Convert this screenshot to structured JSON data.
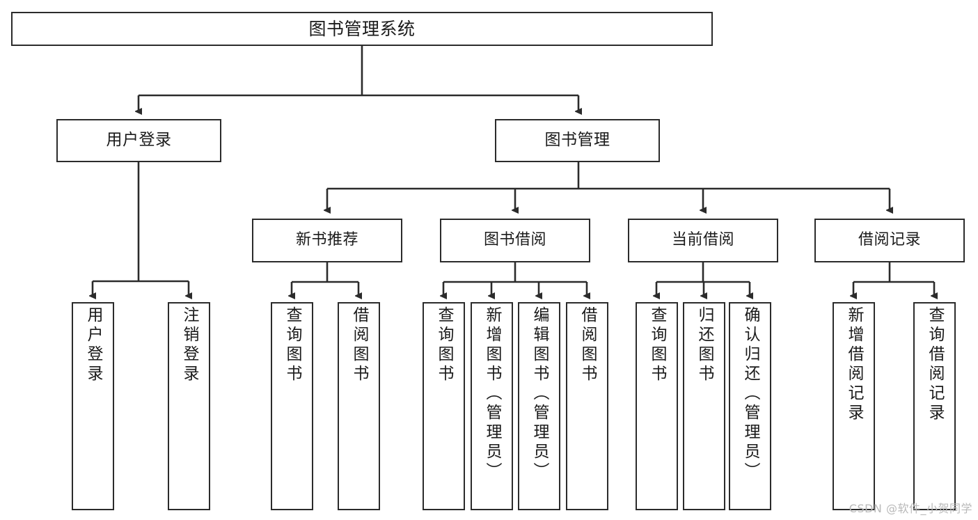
{
  "diagram": {
    "title": "图书管理系统",
    "watermark": "CSDN @软件_小贺同学",
    "colors": {
      "border": "#2b2b2b",
      "background": "#ffffff",
      "text": "#1a1a1a",
      "watermark": "#b9b9b9"
    },
    "root": {
      "label": "图书管理系统"
    },
    "level2": [
      {
        "label": "用户登录"
      },
      {
        "label": "图书管理"
      }
    ],
    "level3": [
      {
        "label": "新书推荐"
      },
      {
        "label": "图书借阅"
      },
      {
        "label": "当前借阅"
      },
      {
        "label": "借阅记录"
      }
    ],
    "leaves": {
      "user_login": [
        {
          "label": "用户登录"
        },
        {
          "label": "注销登录"
        }
      ],
      "new_book_recommend": [
        {
          "label": "查询图书"
        },
        {
          "label": "借阅图书"
        }
      ],
      "book_borrow": [
        {
          "label": "查询图书"
        },
        {
          "label": "新增图书（管理员）"
        },
        {
          "label": "编辑图书（管理员）"
        },
        {
          "label": "借阅图书"
        }
      ],
      "current_borrow": [
        {
          "label": "查询图书"
        },
        {
          "label": "归还图书"
        },
        {
          "label": "确认归还（管理员）"
        }
      ],
      "borrow_record": [
        {
          "label": "新增借阅记录"
        },
        {
          "label": "查询借阅记录"
        }
      ]
    }
  }
}
